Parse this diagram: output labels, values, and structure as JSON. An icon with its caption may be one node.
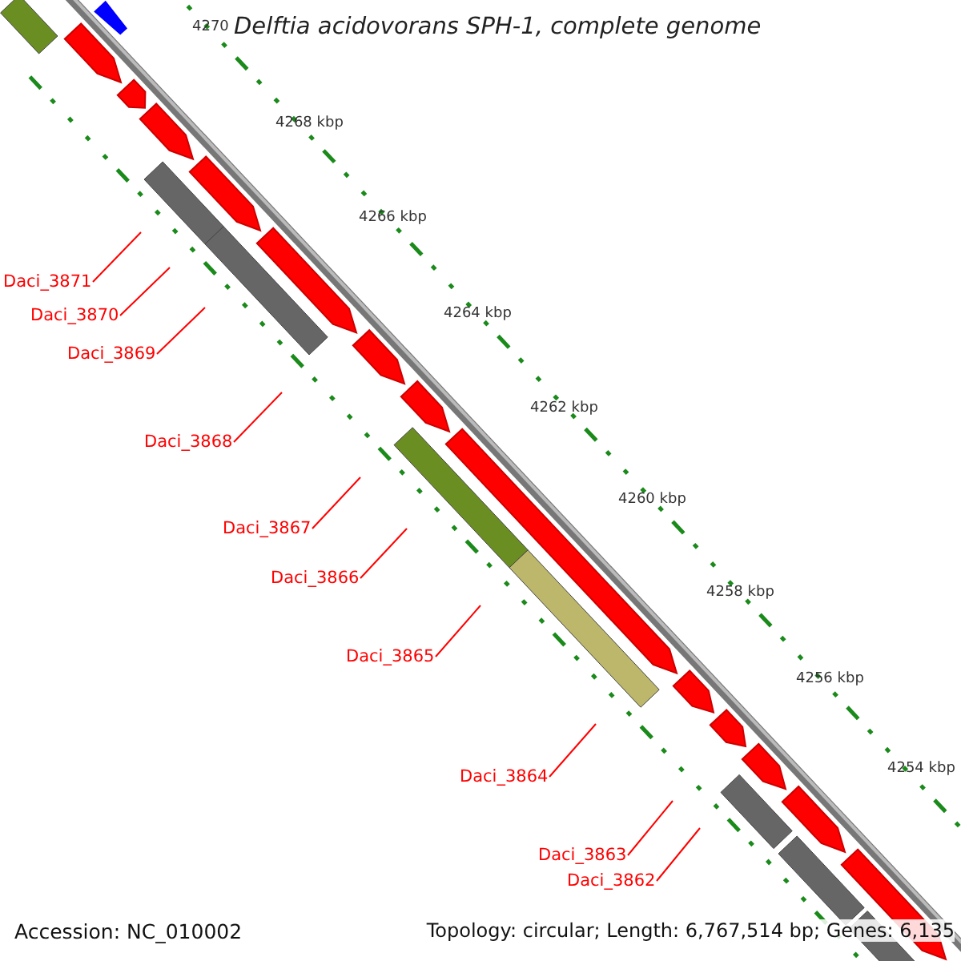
{
  "diagram": {
    "title": "Delftia acidovorans SPH-1, complete genome",
    "nodes": [
      {
        "text": [
          "Daci_3871"
        ]
      },
      {
        "text": [
          "Daci_3870"
        ]
      },
      {
        "text": [
          "Daci_3869"
        ]
      },
      {
        "text": [
          "Daci_3868"
        ]
      },
      {
        "text": [
          "Daci_3867"
        ]
      },
      {
        "text": [
          "Daci_3866"
        ]
      },
      {
        "text": [
          "Daci_3865"
        ]
      },
      {
        "text": [
          "Daci_3864"
        ]
      },
      {
        "text": [
          "Daci_3863"
        ]
      },
      {
        "text": [
          "Daci_3862"
        ]
      }
    ],
    "edges": [
      {
        "from": 0,
        "to": null,
        "arrow": "none",
        "color": "#ff0000"
      },
      {
        "from": 1,
        "to": null,
        "arrow": "none",
        "color": "#ff0000"
      },
      {
        "from": 2,
        "to": null,
        "arrow": "none",
        "color": "#ff0000"
      },
      {
        "from": 3,
        "to": null,
        "arrow": "none",
        "color": "#ff0000"
      },
      {
        "from": 4,
        "to": null,
        "arrow": "none",
        "color": "#ff0000"
      },
      {
        "from": 5,
        "to": null,
        "arrow": "none",
        "color": "#ff0000"
      },
      {
        "from": 6,
        "to": null,
        "arrow": "none",
        "color": "#ff0000"
      },
      {
        "from": 7,
        "to": null,
        "arrow": "none",
        "color": "#ff0000"
      },
      {
        "from": 8,
        "to": null,
        "arrow": "none",
        "color": "#ff0000"
      },
      {
        "from": 9,
        "to": null,
        "arrow": "none",
        "color": "#ff0000"
      }
    ],
    "labels": [
      "4270",
      "4268 kbp",
      "4266 kbp",
      "4264 kbp",
      "4262 kbp",
      "4260 kbp",
      "4258 kbp",
      "4256 kbp",
      "4254 kbp",
      "Accession: NC_010002",
      "Topology: circular; Length: 6,767,514 bp; Genes: 6,135"
    ]
  }
}
